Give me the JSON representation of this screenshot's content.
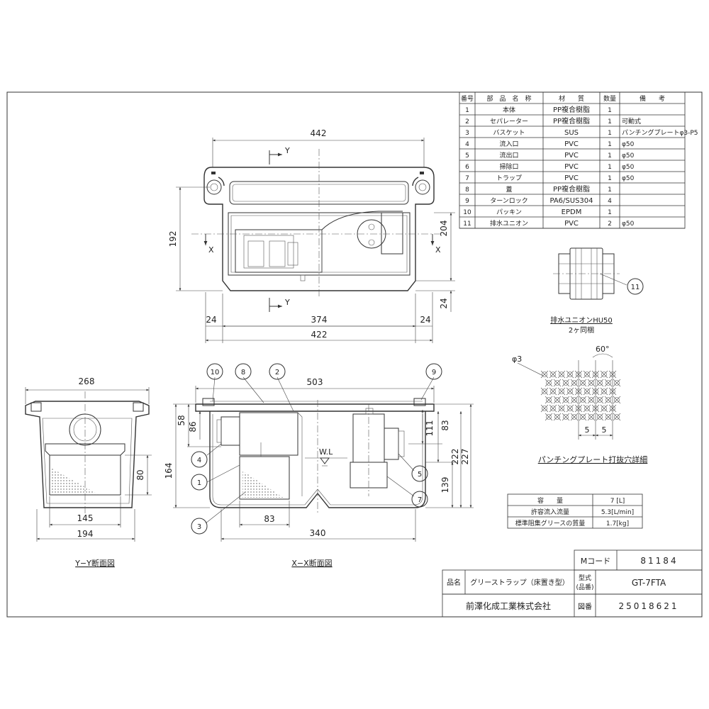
{
  "parts_table": {
    "headers": [
      "番号",
      "部　品　名　称",
      "材　　質",
      "数量",
      "備　　考"
    ],
    "rows": [
      [
        "1",
        "本体",
        "PP複合樹脂",
        "1",
        ""
      ],
      [
        "2",
        "セパレーター",
        "PP複合樹脂",
        "1",
        "可動式"
      ],
      [
        "3",
        "バスケット",
        "SUS",
        "1",
        "パンチングプレートφ3-P5"
      ],
      [
        "4",
        "流入口",
        "PVC",
        "1",
        "φ50"
      ],
      [
        "5",
        "流出口",
        "PVC",
        "1",
        "φ50"
      ],
      [
        "6",
        "掃除口",
        "PVC",
        "1",
        "φ50"
      ],
      [
        "7",
        "トラップ",
        "PVC",
        "1",
        "φ50"
      ],
      [
        "8",
        "蓋",
        "PP複合樹脂",
        "1",
        ""
      ],
      [
        "9",
        "ターンロック",
        "PA6/SUS304",
        "4",
        ""
      ],
      [
        "10",
        "パッキン",
        "EPDM",
        "1",
        ""
      ],
      [
        "11",
        "排水ユニオン",
        "PVC",
        "2",
        "φ50"
      ]
    ]
  },
  "union": {
    "callout": "11",
    "caption1": "排水ユニオンHU50",
    "caption2": "2ヶ同梱"
  },
  "punching": {
    "hole_label": "φ3",
    "angle_label": "60°",
    "pitch_label_a": "5",
    "pitch_label_b": "5",
    "caption": "パンチングプレート打抜穴詳細"
  },
  "capacity_table": {
    "rows": [
      [
        "容　　量",
        "7 [L]"
      ],
      [
        "許容流入流量",
        "5.3[L/min]"
      ],
      [
        "標準阻集グリースの質量",
        "1.7[kg]"
      ]
    ]
  },
  "title_block": {
    "mcode_label": "Mコード",
    "mcode_value": "81184",
    "name_label": "品名",
    "name_value": "グリーストラップ（床置き型）",
    "model_label_1": "型式",
    "model_label_2": "(品番)",
    "model_value": "GT-7FTA",
    "company": "前澤化成工業株式会社",
    "drawing_no_label": "図番",
    "drawing_no_value": "25018621"
  },
  "top_view": {
    "dim_width_top": "442",
    "dim_height_left": "192",
    "dim_height_right": "204",
    "dim_right_small": "24",
    "dim_bottom_left": "24",
    "dim_bottom_mid": "374",
    "dim_bottom_right": "24",
    "dim_bottom_total": "422",
    "section_y": "Y",
    "section_x": "X"
  },
  "yy_section": {
    "dim_top": "268",
    "dim_right": "80",
    "dim_inner": "145",
    "dim_bottom": "194",
    "caption": "Y−Y断面図"
  },
  "xx_section": {
    "dim_top": "503",
    "dim_left_58": "58",
    "dim_left_86": "86",
    "dim_left_164": "164",
    "dim_right_111": "111",
    "dim_right_83": "83",
    "dim_right_139": "139",
    "dim_right_222": "222",
    "dim_right_227": "227",
    "dim_basket": "83",
    "dim_base": "340",
    "water_level": "W.L",
    "callouts": [
      "10",
      "8",
      "2",
      "9",
      "4",
      "1",
      "3",
      "5",
      "7"
    ],
    "caption": "X−X断面図"
  }
}
